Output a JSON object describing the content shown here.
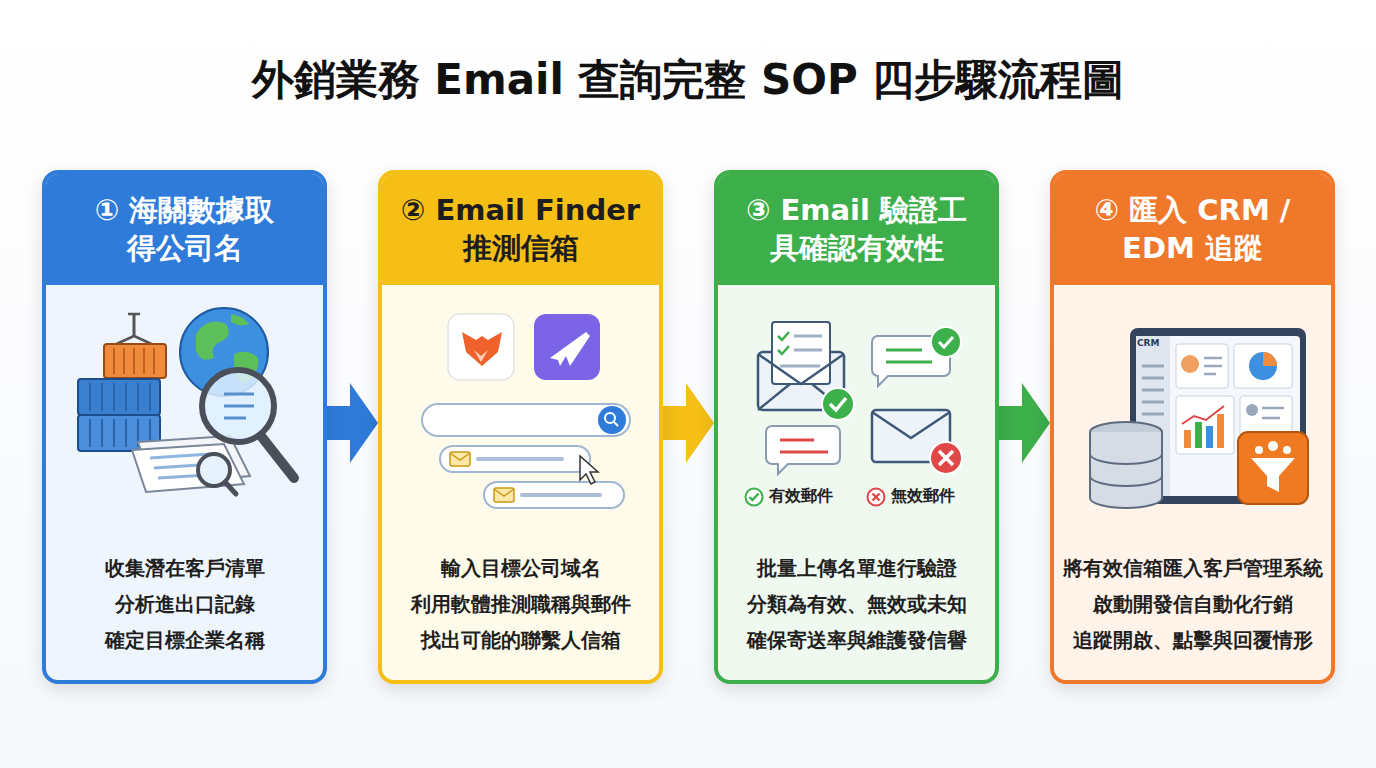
{
  "diagram": {
    "title": "外銷業務 Email 查詢完整 SOP 四步驟流程圖",
    "nodes": [
      {
        "text": [
          "① 海關數據取 得公司名",
          "收集潛在客戶清單 分析進出口記錄 確定目標企業名稱"
        ]
      },
      {
        "text": [
          "② Email Finder 推測信箱",
          "輸入目標公司域名 利用軟體推測職稱與郵件 找出可能的聯繫人信箱"
        ]
      },
      {
        "text": [
          "③ Email 驗證工 具確認有效性",
          "批量上傳名單進行驗證 分類為有效、無效或未知 確保寄送率與維護發信譽"
        ]
      },
      {
        "text": [
          "④ 匯入 CRM / EDM 追蹤",
          "將有效信箱匯入客戶管理系統 啟動開發信自動化行銷 追蹤開啟、點擊與回覆情形"
        ]
      }
    ],
    "edges": [
      {
        "from": 0,
        "to": 1,
        "arrow": "to"
      },
      {
        "from": 1,
        "to": 2,
        "arrow": "to"
      },
      {
        "from": 2,
        "to": 3,
        "arrow": "to"
      }
    ],
    "labels": [
      "CRM"
    ],
    "legend": [
      {
        "text": "有效郵件"
      },
      {
        "text": "無效郵件"
      }
    ]
  }
}
